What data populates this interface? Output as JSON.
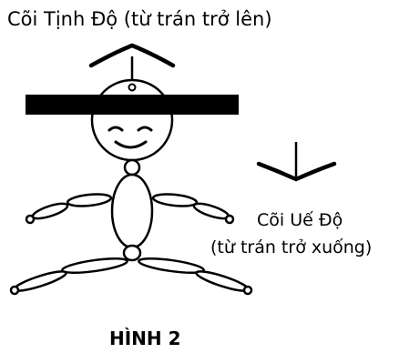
{
  "labels": {
    "top": "Cõi Tịnh Độ (từ trán trở lên)",
    "right_line1": "Cõi Uế Độ",
    "right_line2": "(từ trán trở xuống)",
    "caption": "HÌNH 2"
  },
  "colors": {
    "ink": "#000000",
    "background": "#ffffff"
  }
}
